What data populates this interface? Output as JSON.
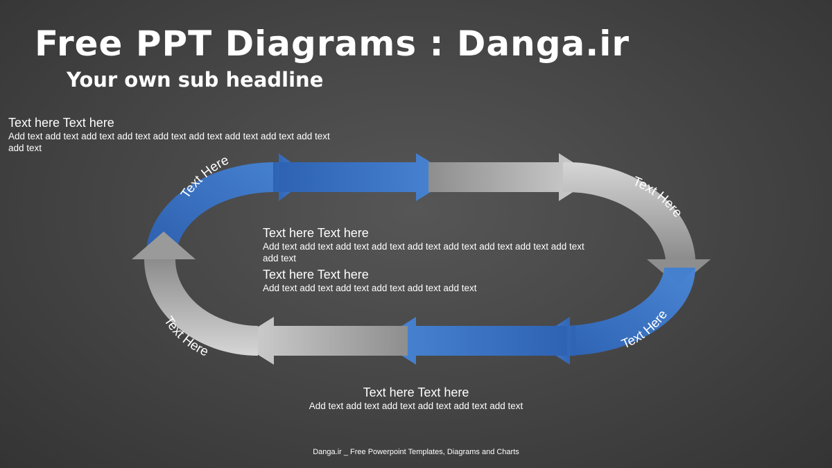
{
  "title": "Free PPT Diagrams : Danga.ir",
  "subtitle": "Your own sub headline",
  "blocks": {
    "top_left": {
      "heading": "Text here Text here",
      "body": "Add text add text add text add text add text add text add text add text add text add text"
    },
    "center_1": {
      "heading": "Text here Text here",
      "body": "Add text add text add text add text add text add text add text add text add text add text"
    },
    "center_2": {
      "heading": "Text here Text here",
      "body": "Add text add text add text add text add text add text"
    },
    "bottom": {
      "heading": "Text here Text here",
      "body": "Add text add text add text add text add text add text"
    }
  },
  "diagram": {
    "arc_labels": {
      "top_left": "Text Here",
      "right_upper": "Text Here",
      "right_lower": "Text Here",
      "left_lower": "Text Here"
    },
    "colors": {
      "blue_dark": "#2e62b3",
      "blue_light": "#4a86d4",
      "gray_dark": "#8a8a8a",
      "gray_light": "#d4d4d4"
    }
  },
  "footer": "Danga.ir _ Free Powerpoint Templates, Diagrams and Charts"
}
